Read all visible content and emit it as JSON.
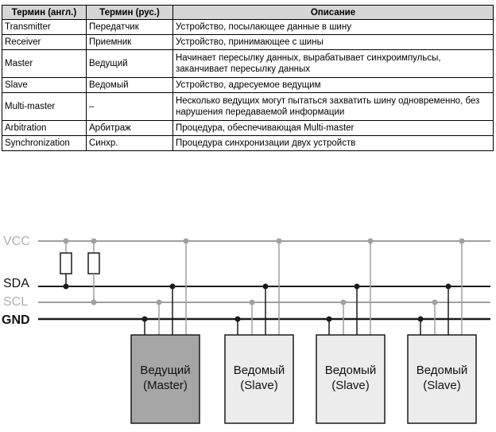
{
  "table": {
    "headers": [
      "Термин (англ.)",
      "Термин (рус.)",
      "Описание"
    ],
    "rows": [
      {
        "en": "Transmitter",
        "ru": "Передатчик",
        "desc": "Устройство, посылающее данные в шину"
      },
      {
        "en": "Receiver",
        "ru": "Приемник",
        "desc": "Устройство, принимающее с шины"
      },
      {
        "en": "Master",
        "ru": "Ведущий",
        "desc": "Начинает пересылку данных, вырабатывает синхроимпульсы, заканчивает пересылку данных"
      },
      {
        "en": "Slave",
        "ru": "Ведомый",
        "desc": "Устройство, адресуемое ведущим"
      },
      {
        "en": "Multi-master",
        "ru": "–",
        "desc": "Несколько ведущих могут пытаться захватить шину одновременно, без нарушения передаваемой информации"
      },
      {
        "en": "Arbitration",
        "ru": "Арбитраж",
        "desc": "Процедура, обеспечивающая Multi-master"
      },
      {
        "en": "Synchronization",
        "ru": "Синхр.",
        "desc": "Процедура синхронизации двух устройств"
      }
    ]
  },
  "diagram": {
    "buses": {
      "vcc": "VCC",
      "sda": "SDA",
      "scl": "SCL",
      "gnd": "GND"
    },
    "devices": [
      {
        "line1": "Ведущий",
        "line2": "(Master)"
      },
      {
        "line1": "Ведомый",
        "line2": "(Slave)"
      },
      {
        "line1": "Ведомый",
        "line2": "(Slave)"
      },
      {
        "line1": "Ведомый",
        "line2": "(Slave)"
      }
    ],
    "colors": {
      "vcc_scl_line": "#a0a0a0",
      "sda_gnd_line": "#1a1a1a",
      "master_fill": "#a6a6a6",
      "slave_fill": "#ececec",
      "vcc_label": "#b0b0b0",
      "scl_label": "#b0b0b0"
    }
  }
}
